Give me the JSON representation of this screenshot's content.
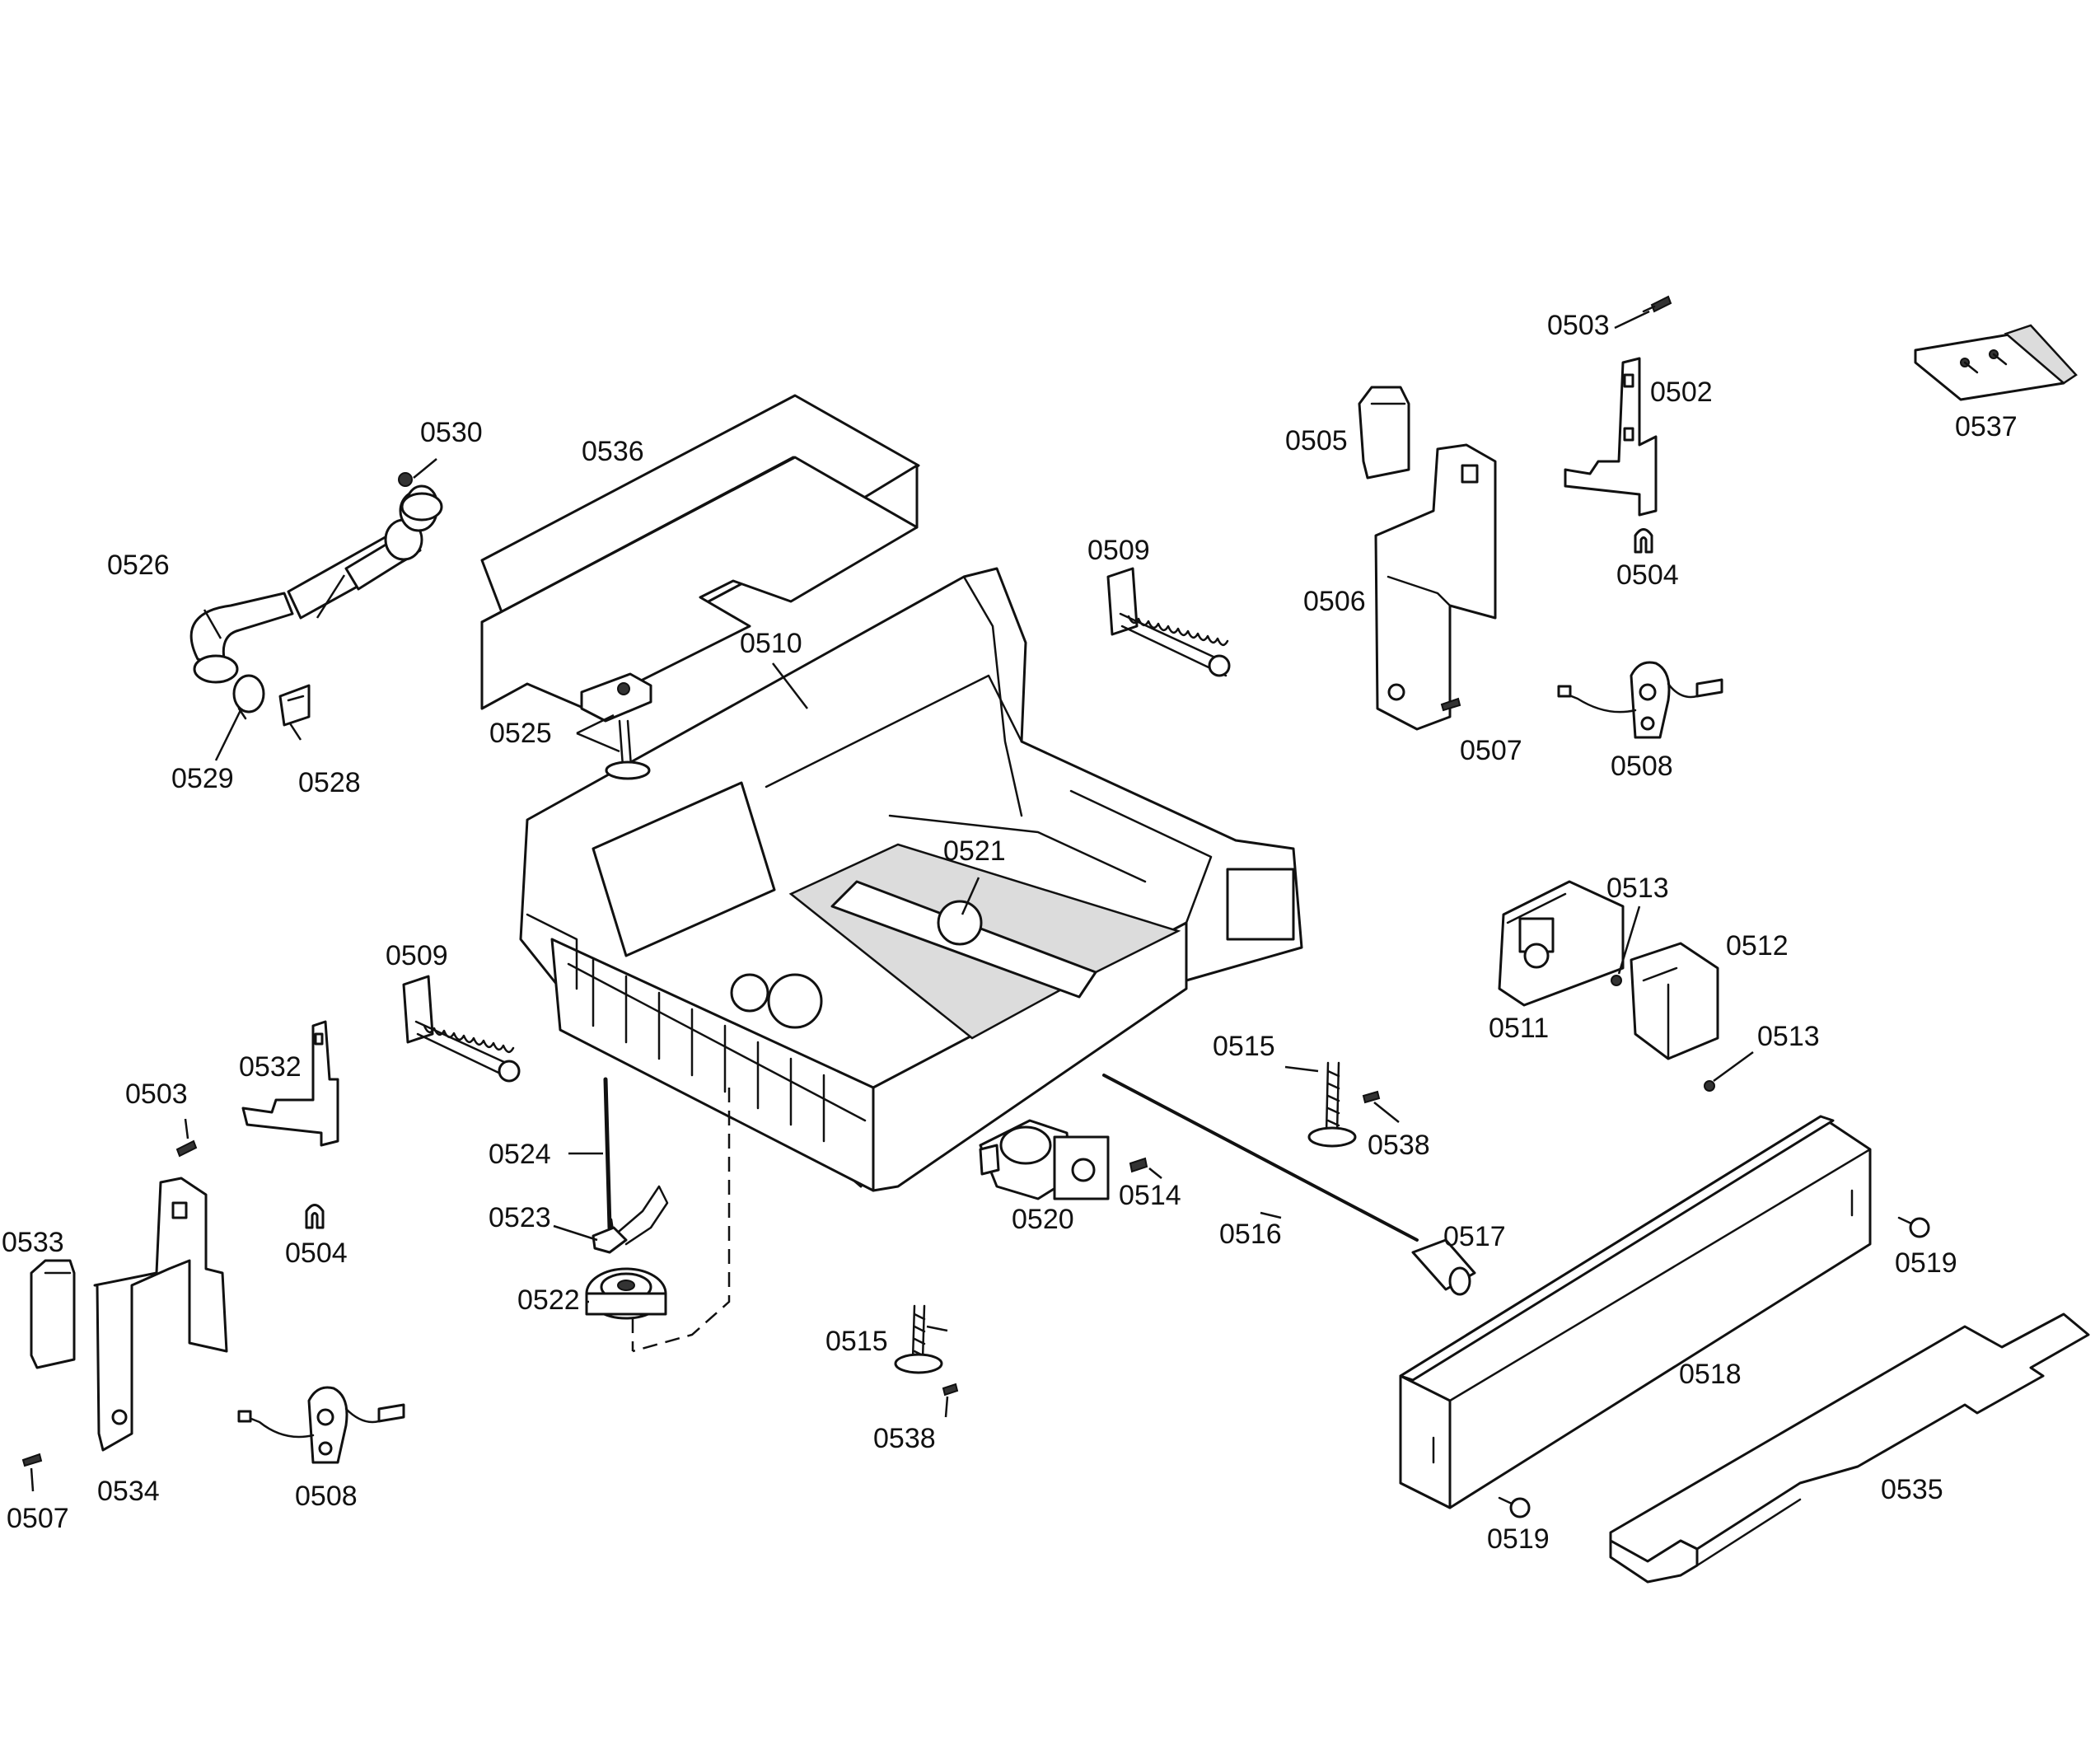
{
  "diagram": {
    "labels": [
      {
        "id": "lbl-0503-top",
        "text": "0503"
      },
      {
        "id": "lbl-0502",
        "text": "0502"
      },
      {
        "id": "lbl-0537",
        "text": "0537"
      },
      {
        "id": "lbl-0505",
        "text": "0505"
      },
      {
        "id": "lbl-0504-top",
        "text": "0504"
      },
      {
        "id": "lbl-0506",
        "text": "0506"
      },
      {
        "id": "lbl-0507-top",
        "text": "0507"
      },
      {
        "id": "lbl-0508-top",
        "text": "0508"
      },
      {
        "id": "lbl-0530",
        "text": "0530"
      },
      {
        "id": "lbl-0536",
        "text": "0536"
      },
      {
        "id": "lbl-0526",
        "text": "0526"
      },
      {
        "id": "lbl-0509-top",
        "text": "0509"
      },
      {
        "id": "lbl-0510",
        "text": "0510"
      },
      {
        "id": "lbl-0525",
        "text": "0525"
      },
      {
        "id": "lbl-0529",
        "text": "0529"
      },
      {
        "id": "lbl-0528",
        "text": "0528"
      },
      {
        "id": "lbl-0521",
        "text": "0521"
      },
      {
        "id": "lbl-0513-top",
        "text": "0513"
      },
      {
        "id": "lbl-0512",
        "text": "0512"
      },
      {
        "id": "lbl-0511",
        "text": "0511"
      },
      {
        "id": "lbl-0513-right",
        "text": "0513"
      },
      {
        "id": "lbl-0509-left",
        "text": "0509"
      },
      {
        "id": "lbl-0515-right",
        "text": "0515"
      },
      {
        "id": "lbl-0538-right",
        "text": "0538"
      },
      {
        "id": "lbl-0532",
        "text": "0532"
      },
      {
        "id": "lbl-0503-left",
        "text": "0503"
      },
      {
        "id": "lbl-0524",
        "text": "0524"
      },
      {
        "id": "lbl-0514",
        "text": "0514"
      },
      {
        "id": "lbl-0520",
        "text": "0520"
      },
      {
        "id": "lbl-0516",
        "text": "0516"
      },
      {
        "id": "lbl-0517",
        "text": "0517"
      },
      {
        "id": "lbl-0523",
        "text": "0523"
      },
      {
        "id": "lbl-0504-left",
        "text": "0504"
      },
      {
        "id": "lbl-0533",
        "text": "0533"
      },
      {
        "id": "lbl-0519-right",
        "text": "0519"
      },
      {
        "id": "lbl-0522",
        "text": "0522"
      },
      {
        "id": "lbl-0515-bottom",
        "text": "0515"
      },
      {
        "id": "lbl-0518",
        "text": "0518"
      },
      {
        "id": "lbl-0538-bottom",
        "text": "0538"
      },
      {
        "id": "lbl-0534",
        "text": "0534"
      },
      {
        "id": "lbl-0508-left",
        "text": "0508"
      },
      {
        "id": "lbl-0507-left",
        "text": "0507"
      },
      {
        "id": "lbl-0535",
        "text": "0535"
      },
      {
        "id": "lbl-0519-bottom",
        "text": "0519"
      }
    ]
  }
}
